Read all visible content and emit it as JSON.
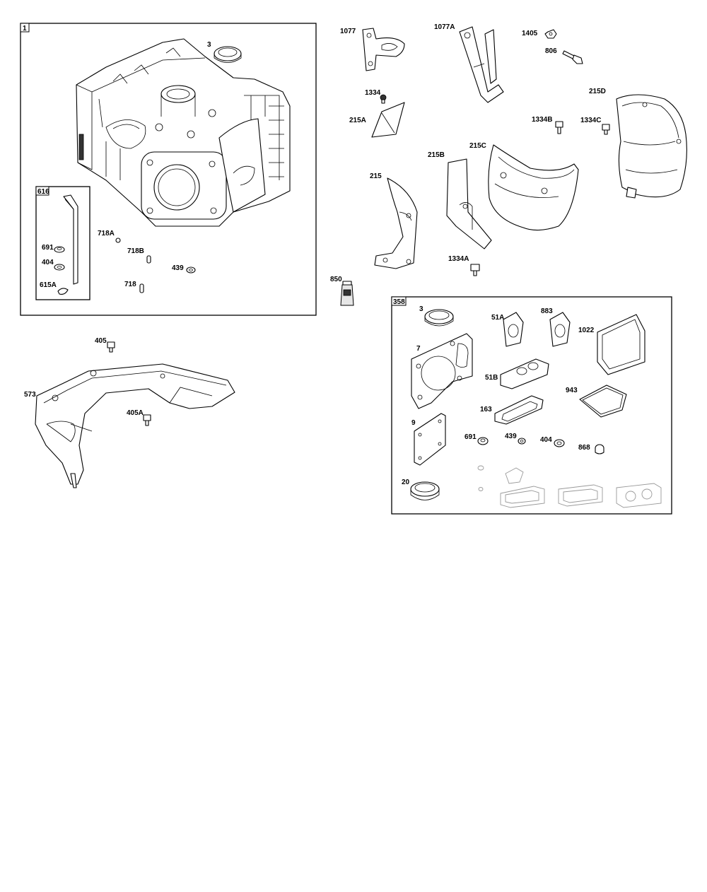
{
  "groups": {
    "short_block": "1",
    "dipstick_assy": "616",
    "gasket_set": "358"
  },
  "labels": {
    "p1_3": "3",
    "p1_691": "691",
    "p1_404": "404",
    "p1_615A": "615A",
    "p1_718A": "718A",
    "p1_718B": "718B",
    "p1_439": "439",
    "p1_718": "718",
    "p1077": "1077",
    "p1077A": "1077A",
    "p1405": "1405",
    "p806": "806",
    "p1334": "1334",
    "p215A": "215A",
    "p1334B": "1334B",
    "p1334C": "1334C",
    "p215D": "215D",
    "p215B": "215B",
    "p215C": "215C",
    "p215": "215",
    "p1334A": "1334A",
    "p850": "850",
    "p405": "405",
    "p573": "573",
    "p405A": "405A",
    "g_3": "3",
    "g_51A": "51A",
    "g_883": "883",
    "g_1022": "1022",
    "g_7": "7",
    "g_51B": "51B",
    "g_943": "943",
    "g_163": "163",
    "g_9": "9",
    "g_691": "691",
    "g_439": "439",
    "g_404": "404",
    "g_868": "868",
    "g_20": "20"
  }
}
